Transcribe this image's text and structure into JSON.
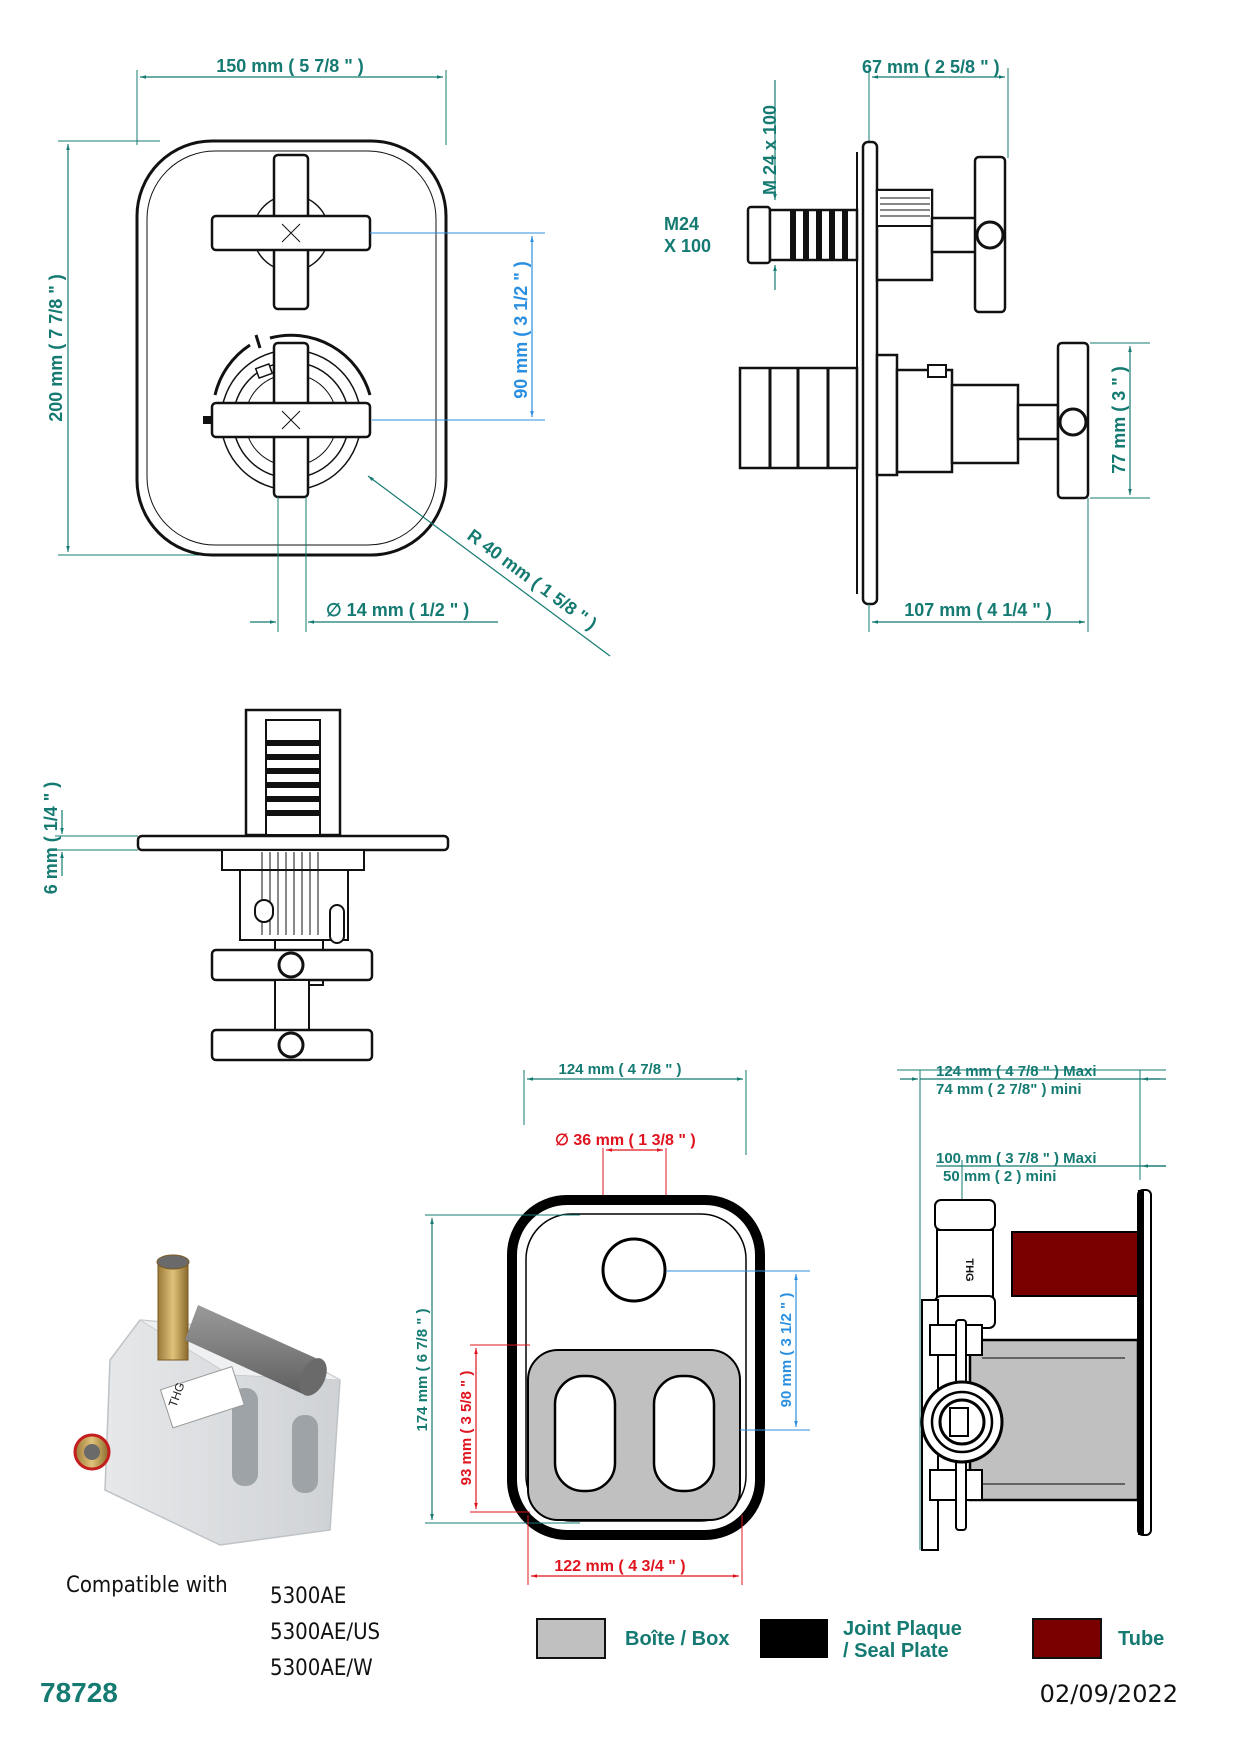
{
  "document": {
    "product_code": "78728",
    "date": "02/09/2022",
    "compatible": {
      "label": "Compatible with",
      "models": [
        "5300AE",
        "5300AE/US",
        "5300AE/W"
      ]
    }
  },
  "colors": {
    "dimension_teal": "#147a72",
    "dimension_blue": "#2b8fe0",
    "dimension_red": "#e0141e",
    "box_gray": "#c0c0c0",
    "seal_black": "#000000",
    "tube_red": "#7a0000"
  },
  "front_view": {
    "width_label": "150 mm ( 5 7/8 \" )",
    "height_label": "200 mm ( 7 7/8 \" )",
    "handle_spacing_label": "90 mm ( 3 1/2 \" )",
    "radius_label": "R 40 mm ( 1 5/8 \" )",
    "spindle_label": "∅  14 mm ( 1/2 \" )"
  },
  "side_view": {
    "depth_label": "67 mm ( 2 5/8 \" )",
    "thread_vertical_label": "M  24  x 100",
    "thread_label_line1": "M24",
    "thread_label_line2": "X 100",
    "handle_height_label": "77 mm ( 3 \" )",
    "total_depth_label": "107 mm ( 4 1/4 \" )"
  },
  "top_view": {
    "plate_thickness_label": "6 mm ( 1/4 \" )"
  },
  "box_front_view": {
    "width_label": "124 mm ( 4 7/8 \" )",
    "hole_label": "∅  36 mm ( 1 3/8 \" )",
    "height_label": "174 mm ( 6 7/8 \" )",
    "lower_height_label": "93 mm ( 3 5/8 \" )",
    "spacing_label": "90 mm ( 3 1/2 \" )",
    "bottom_width_label": "122 mm ( 4 3/4 \" )"
  },
  "box_side_view": {
    "max_depth_label": "124 mm ( 4 7/8 \" )  Maxi",
    "min_depth_label": "74 mm ( 2 7/8\" ) mini",
    "max_tube_label": "100 mm ( 3 7/8 \" )  Maxi",
    "min_tube_label": "50 mm ( 2 ) mini",
    "brand_mark": "THG"
  },
  "legend": [
    {
      "label_line1": "Boîte / Box",
      "label_line2": "",
      "color": "#c0c0c0"
    },
    {
      "label_line1": "Joint Plaque",
      "label_line2": "/ Seal Plate",
      "color": "#000000"
    },
    {
      "label_line1": "Tube",
      "label_line2": "",
      "color": "#7a0000"
    }
  ],
  "product_photo": {
    "brand_mark": "THG"
  }
}
